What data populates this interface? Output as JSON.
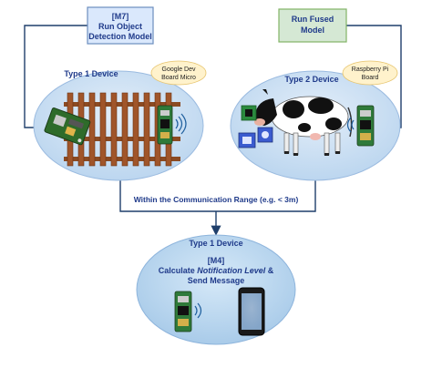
{
  "top_left_box": {
    "tag": "[M7]",
    "line1": "Run Object",
    "line2": "Detection Model"
  },
  "top_right_box": {
    "line1": "Run Fused",
    "line2": "Model"
  },
  "left_ellipse": {
    "title": "Type 1 Device",
    "badge_line1": "Google Dev",
    "badge_line2": "Board Micro"
  },
  "right_ellipse": {
    "title": "Type 2 Device",
    "badge_line1": "Raspberry Pi",
    "badge_line2": "Board"
  },
  "connector_label": "Within the Communication Range (e.g. < 3m)",
  "bottom_ellipse": {
    "title": "Type 1 Device",
    "tag": "[M4]",
    "line2_prefix": "Calculate ",
    "line2_italic": "Notification Level",
    "line2_suffix": " &",
    "line3": "Send Message"
  },
  "colors": {
    "blue_box_border": "#6c8ebf",
    "blue_box_fill": "#dae8fc",
    "blue_text": "#1f3a8a",
    "green_box_border": "#82b366",
    "green_box_fill": "#d5e8d4",
    "ellipse_fill": "#cfe2f3",
    "badge_fill": "#fff2cc",
    "line": "#1f3f6b"
  },
  "icons": [
    "fence-image",
    "pcb-board-icon",
    "cow-image",
    "sensor-module-icon",
    "smartphone-icon",
    "wireless-signal-icon"
  ]
}
